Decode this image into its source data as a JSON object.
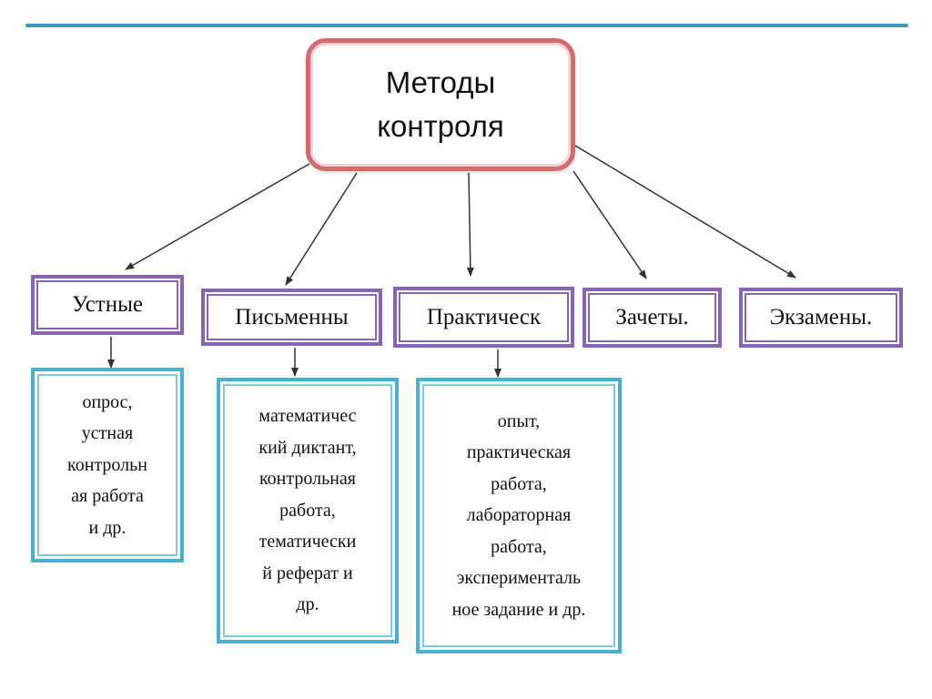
{
  "root": {
    "label": "Методы\nконтроля"
  },
  "categories": [
    {
      "label": "Устные"
    },
    {
      "label": "Письменны"
    },
    {
      "label": "Практическ"
    },
    {
      "label": "Зачеты."
    },
    {
      "label": "Экзамены."
    }
  ],
  "details": [
    {
      "text": "опрос,\nустная\nконтрольн\nая работа\nи др."
    },
    {
      "text": "математичес\nкий диктант,\nконтрольная\nработа,\nтематически\nй реферат и\nдр."
    },
    {
      "text": "опыт,\nпрактическая\nработа,\nлабораторная\nработа,\nэксперименталь\nное задание и др."
    }
  ],
  "colors": {
    "root_border": "#d46a6e",
    "category_border": "#8a63b4",
    "detail_border": "#48b0cc",
    "top_rule": "#3c96c4",
    "arrow": "#333333"
  }
}
